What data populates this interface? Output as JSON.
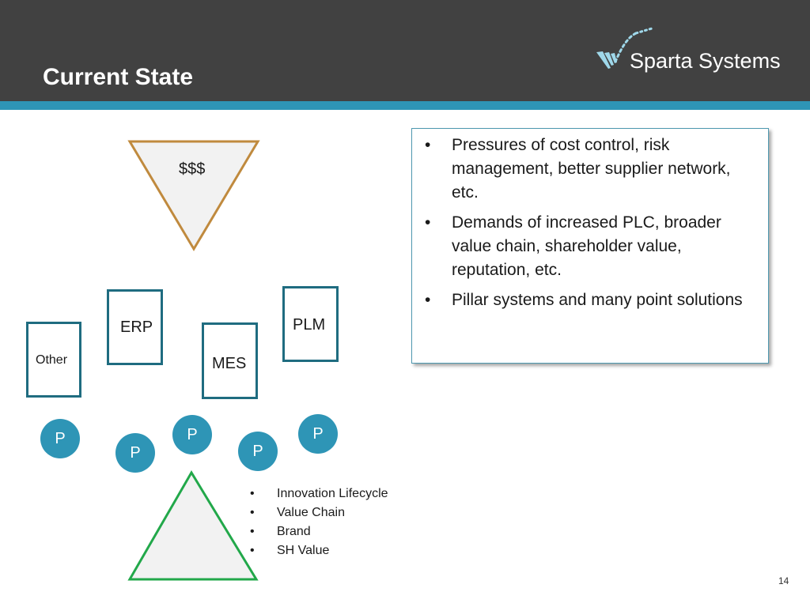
{
  "slide": {
    "title": "Current State",
    "page_number": "14"
  },
  "logo": {
    "name": "Sparta Systems"
  },
  "diagram": {
    "money_label": "$$$",
    "systems": [
      {
        "label": "Other"
      },
      {
        "label": "ERP"
      },
      {
        "label": "MES"
      },
      {
        "label": "PLM"
      }
    ],
    "point_solutions": [
      {
        "label": "P"
      },
      {
        "label": "P"
      },
      {
        "label": "P"
      },
      {
        "label": "P"
      },
      {
        "label": "P"
      }
    ],
    "value_items": [
      "Innovation Lifecycle",
      "Value Chain",
      "Brand",
      "SH Value"
    ]
  },
  "bullets": [
    "Pressures of cost control, risk management, better supplier network, etc.",
    "Demands of increased PLC, broader value chain, shareholder value, reputation, etc.",
    "Pillar systems and many point solutions"
  ],
  "colors": {
    "header": "#414141",
    "accent": "#2e95b6",
    "box_border": "#1f6c80",
    "money_triangle_border": "#c08a3e",
    "value_triangle_border": "#22a84a",
    "triangle_fill": "#f2f2f2"
  }
}
